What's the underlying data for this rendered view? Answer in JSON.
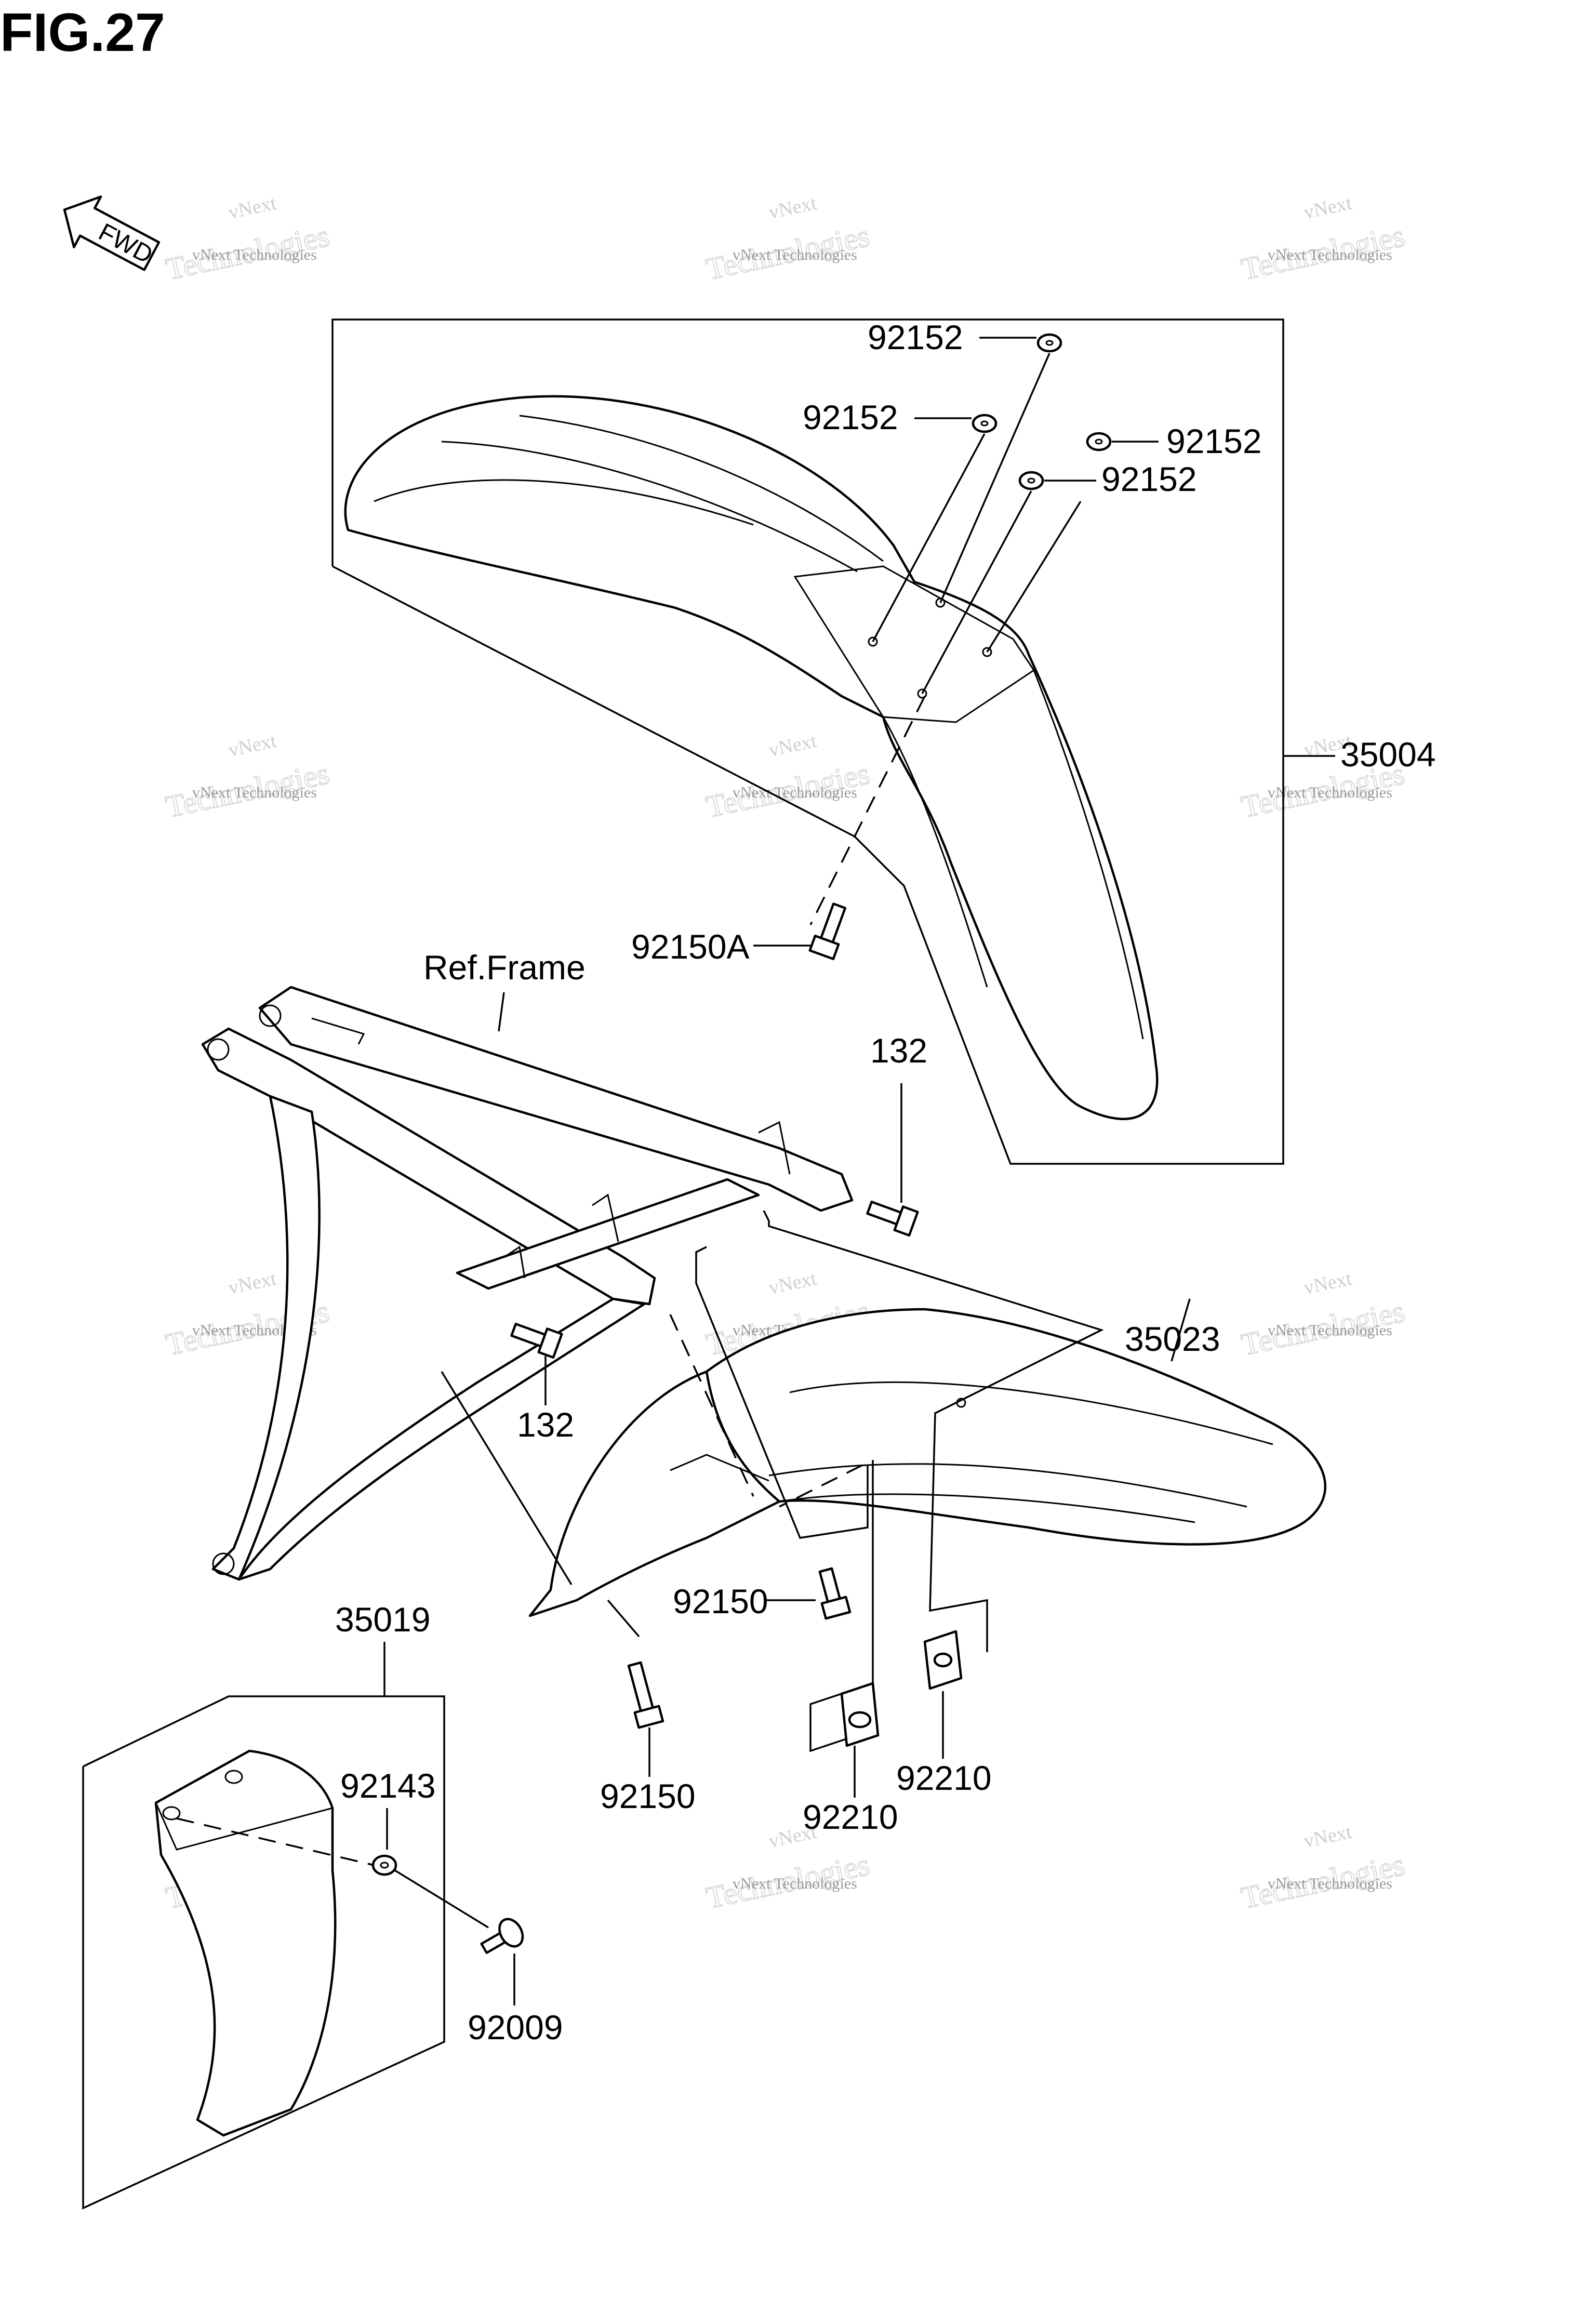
{
  "figure": {
    "title": "FIG.27",
    "fwd_label": "FWD"
  },
  "watermark": {
    "brand": "vNext",
    "line_big": "Technologies",
    "line_small": "vNext Technologies"
  },
  "callouts": [
    {
      "id": "washer-a",
      "label": "92152"
    },
    {
      "id": "washer-b",
      "label": "92152"
    },
    {
      "id": "washer-c",
      "label": "92152"
    },
    {
      "id": "washer-d",
      "label": "92152"
    },
    {
      "id": "front-fender-assy",
      "label": "35004"
    },
    {
      "id": "bolt-front-fender",
      "label": "92150A"
    },
    {
      "id": "frame-reference",
      "label": "Ref.Frame"
    },
    {
      "id": "bolt-frame-upper",
      "label": "132"
    },
    {
      "id": "rear-fender",
      "label": "35023"
    },
    {
      "id": "bolt-frame-lower",
      "label": "132"
    },
    {
      "id": "bolt-rear-fender-a",
      "label": "92150"
    },
    {
      "id": "flap-assy",
      "label": "35019"
    },
    {
      "id": "washer-flap",
      "label": "92143"
    },
    {
      "id": "nut-clip-a",
      "label": "92210"
    },
    {
      "id": "bolt-rear-fender-b",
      "label": "92150"
    },
    {
      "id": "nut-clip-b",
      "label": "92210"
    },
    {
      "id": "screw-flap",
      "label": "92009"
    }
  ]
}
